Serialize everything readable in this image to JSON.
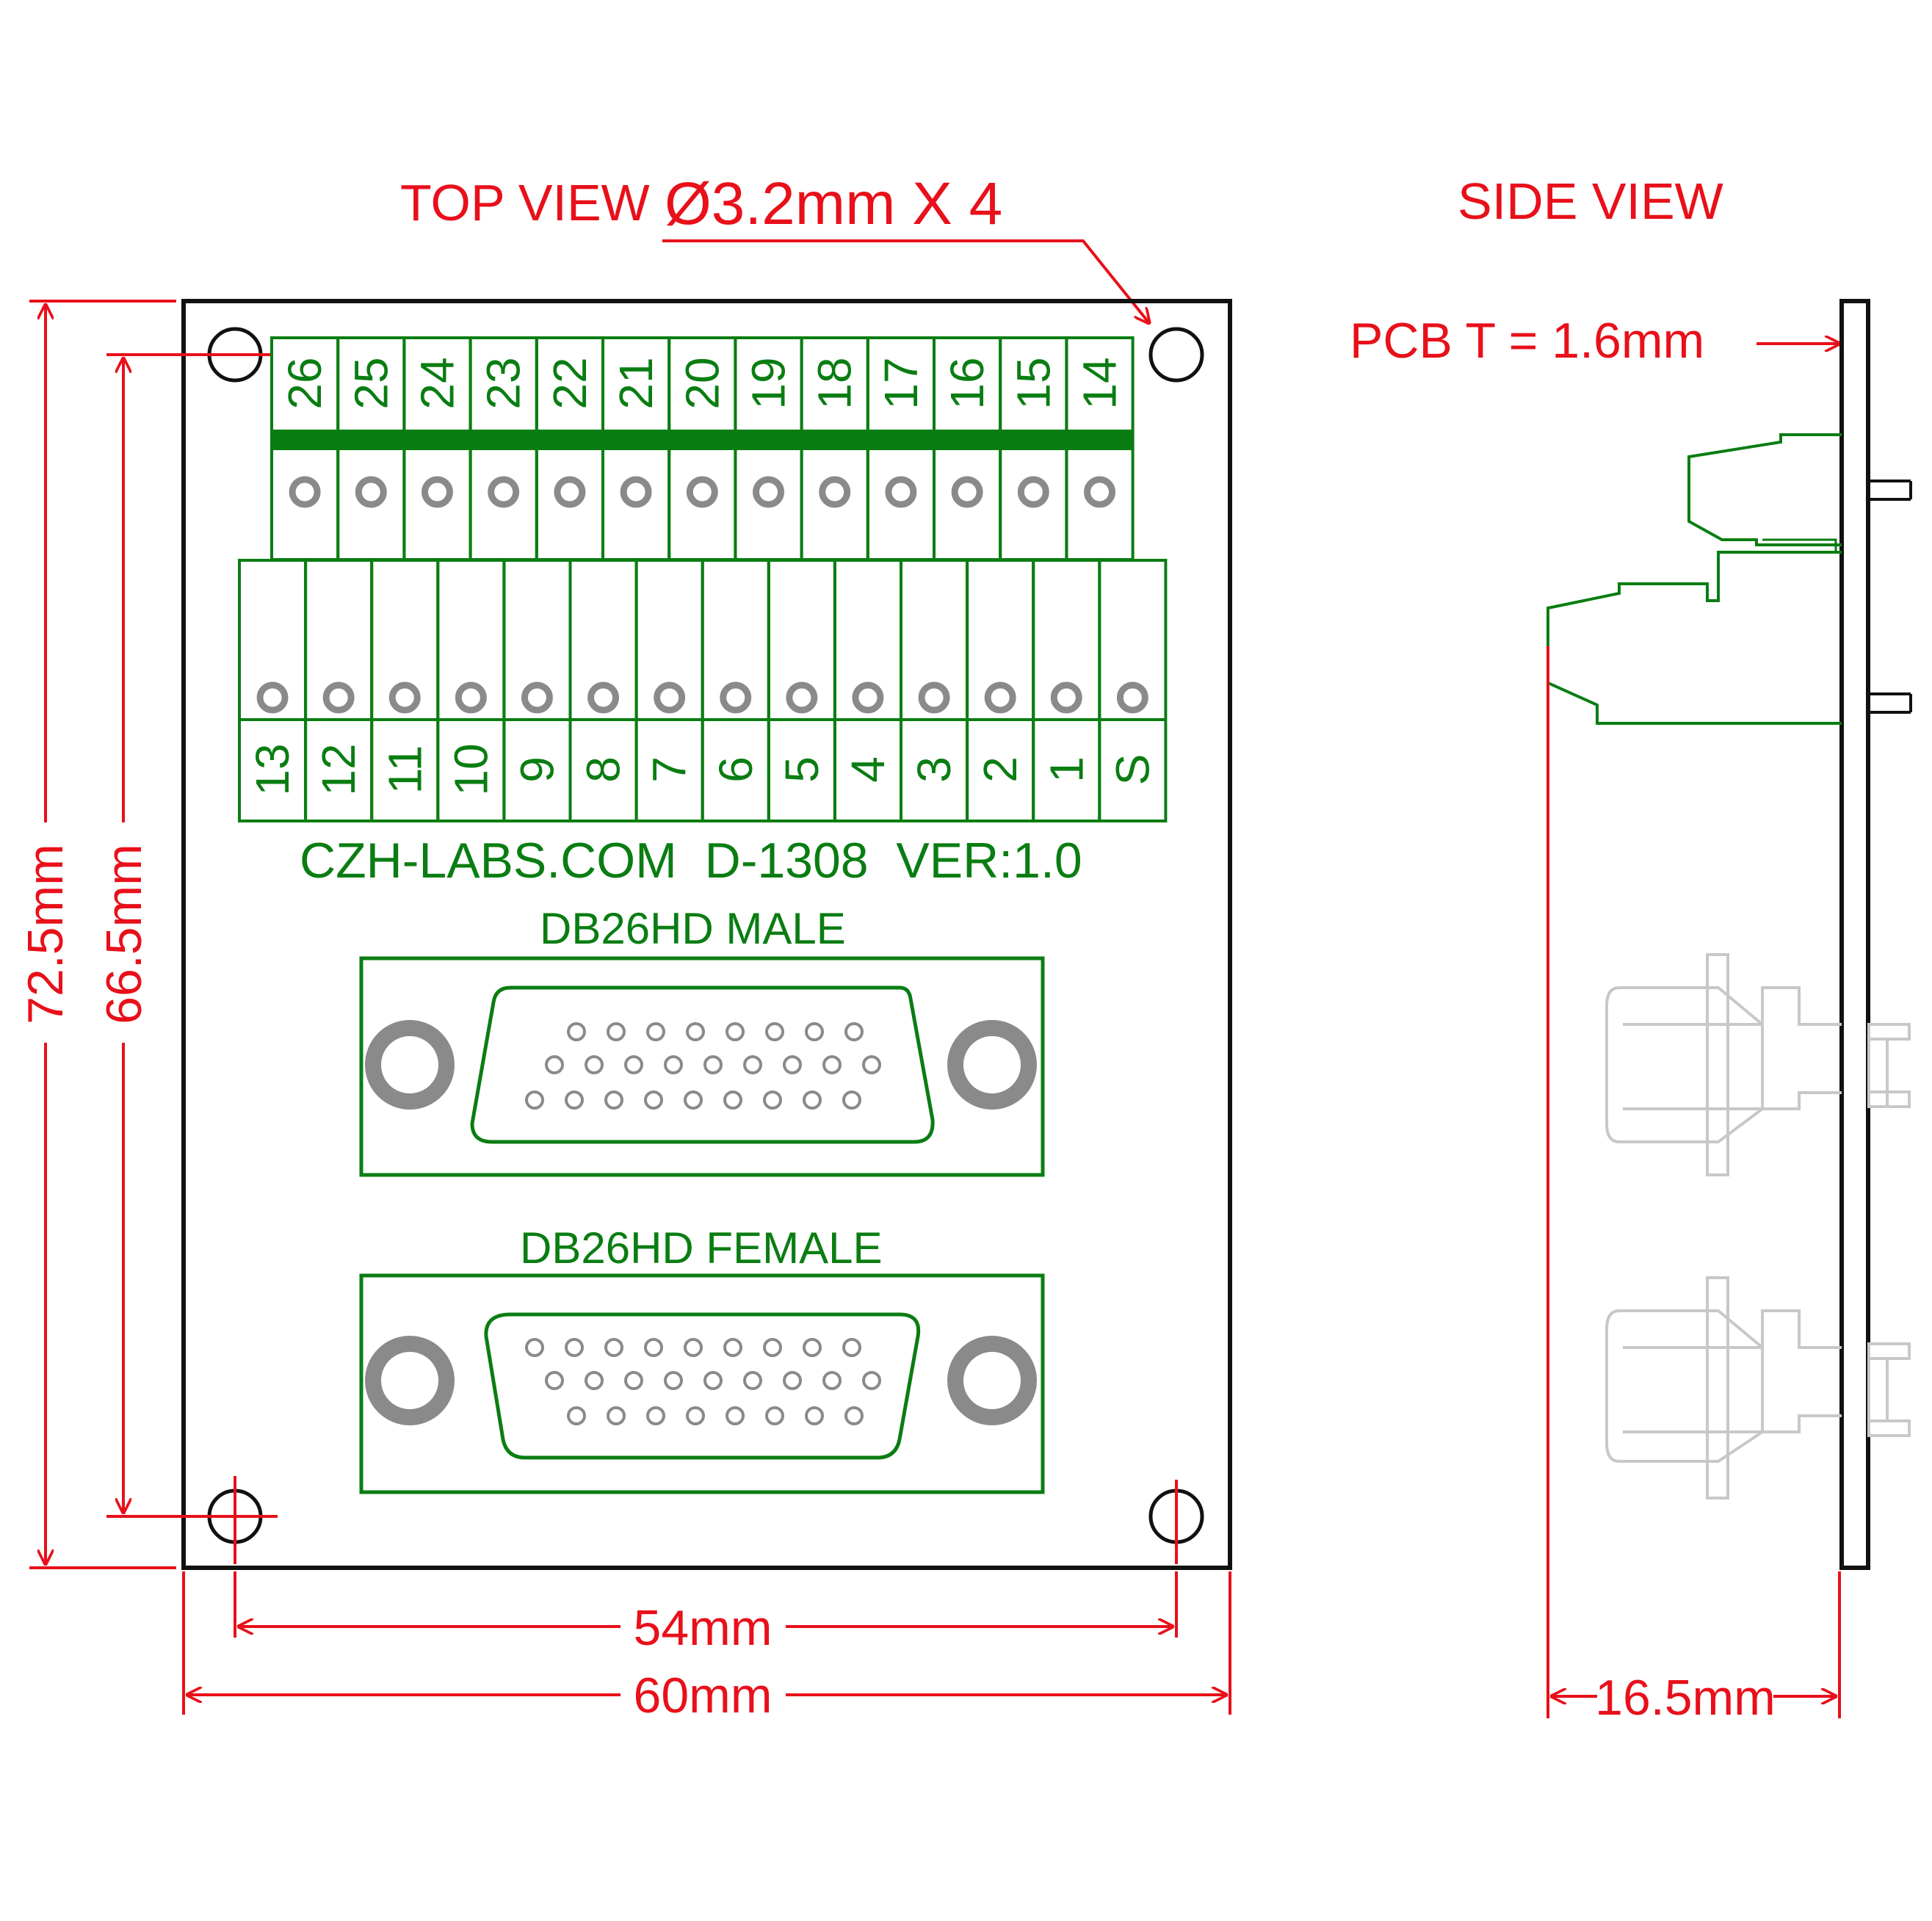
{
  "top_view": {
    "title": "TOP VIEW",
    "hole_note": "Ø3.2mm X 4",
    "board_text": "CZH-LABS.COM  D-1308  VER:1.0",
    "terminals_top": [
      "26",
      "25",
      "24",
      "23",
      "22",
      "21",
      "20",
      "19",
      "18",
      "17",
      "16",
      "15",
      "14"
    ],
    "terminals_bottom": [
      "13",
      "12",
      "11",
      "10",
      "9",
      "8",
      "7",
      "6",
      "5",
      "4",
      "3",
      "2",
      "1",
      "S"
    ],
    "connector_male_label": "DB26HD MALE",
    "connector_female_label": "DB26HD FEMALE",
    "dims": {
      "height_outer": "72.5mm",
      "height_inner": "66.5mm",
      "width_inner": "54mm",
      "width_outer": "60mm"
    }
  },
  "side_view": {
    "title": "SIDE VIEW",
    "pcb_thickness": "PCB T = 1.6mm",
    "depth": "16.5mm"
  },
  "colors": {
    "dimension": "#e8101a",
    "component": "#0a7d12",
    "outline": "#111111",
    "side_connector": "#c8c8c8"
  }
}
